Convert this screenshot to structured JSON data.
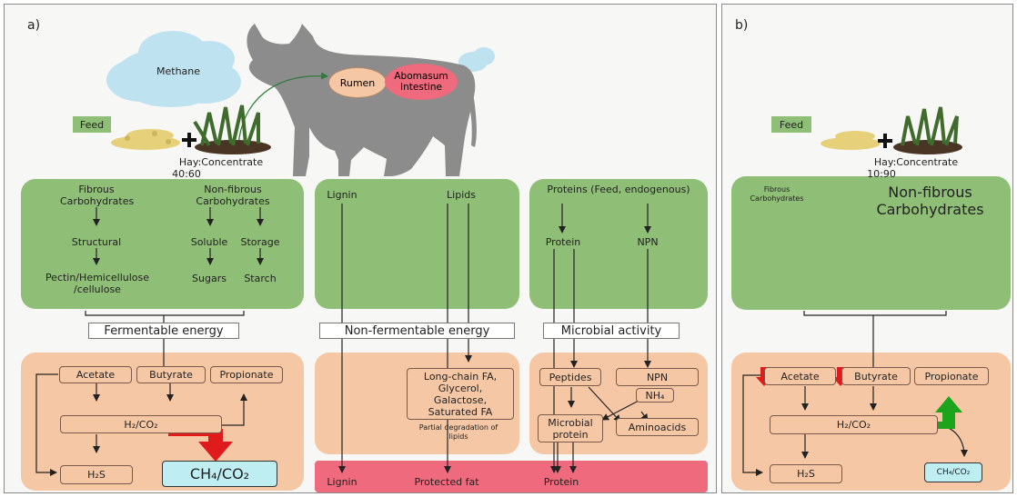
{
  "panel_a": {
    "label": "a)",
    "methane": "Methane",
    "rumen": "Rumen",
    "abomasum": "Abomasum Intestine",
    "feed": "Feed",
    "ratio_title": "Hay:Concentrate",
    "ratio_value": "40:60",
    "green1": {
      "fibrous": "Fibrous Carbohydrates",
      "nonfibrous": "Non-fibrous Carbohydrates",
      "structural": "Structural",
      "soluble": "Soluble",
      "storage": "Storage",
      "pectin": "Pectin/Hemicellulose /cellulose",
      "sugars": "Sugars",
      "starch": "Starch"
    },
    "green2": {
      "lignin": "Lignin",
      "lipids": "Lipids"
    },
    "green3": {
      "proteins": "Proteins (Feed, endogenous)",
      "protein": "Protein",
      "npn": "NPN"
    },
    "energy": {
      "fermentable": "Fermentable energy",
      "nonfermentable": "Non-fermentable energy",
      "microbial": "Microbial activity"
    },
    "orange1": {
      "acetate": "Acetate",
      "butyrate": "Butyrate",
      "propionate": "Propionate",
      "h2co2": "H2/CO2",
      "h2s": "H2S",
      "ch4co2": "CH4/CO2"
    },
    "orange2": {
      "fa": "Long-chain FA, Glycerol, Galactose, Saturated FA",
      "partial": "Partial degradation of lipids"
    },
    "orange3": {
      "peptides": "Peptides",
      "npn": "NPN",
      "nh4": "NH4",
      "microbial_protein": "Microbial protein",
      "aminoacids": "Aminoacids"
    },
    "bottom": {
      "lignin": "Lignin",
      "protected_fat": "Protected fat",
      "protein": "Protein"
    }
  },
  "panel_b": {
    "label": "b)",
    "feed": "Feed",
    "ratio_title": "Hay:Concentrate",
    "ratio_value": "10:90",
    "fibrous": "Fibrous Carbohydrates",
    "nonfibrous": "Non-fibrous Carbohydrates",
    "acetate": "Acetate",
    "butyrate": "Butyrate",
    "propionate": "Propionate",
    "h2co2": "H2/CO2",
    "h2s": "H2S",
    "ch4co2": "CH4/CO2"
  },
  "colors": {
    "green_box": "#8fbe76",
    "orange_box": "#f6c7a5",
    "pink_bar": "#ee6a7c",
    "cyan_box": "#bfeef2",
    "cloud": "#bfe2f0",
    "cow": "#8c8c8c",
    "rumen": "#f6c7a5",
    "abomasum": "#ee6a7c",
    "decrease_arrow": "#e01b1b",
    "increase_arrow": "#1ca51c"
  }
}
